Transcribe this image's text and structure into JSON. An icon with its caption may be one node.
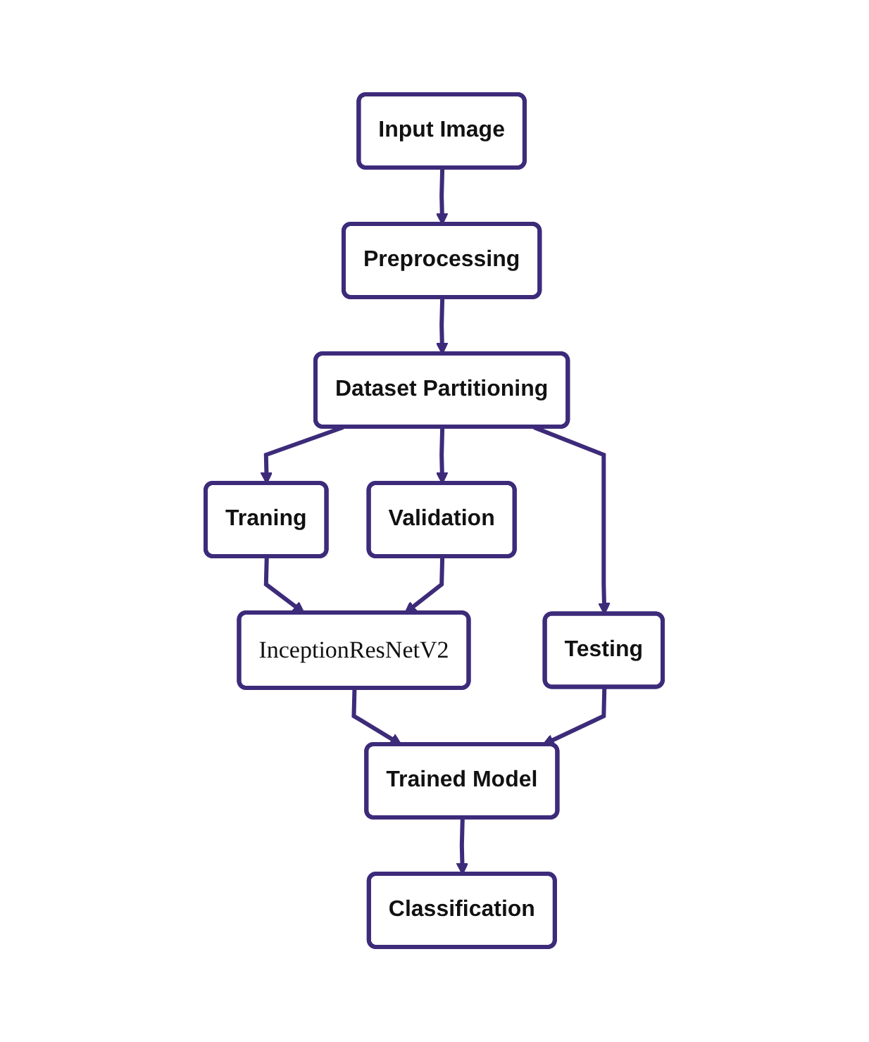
{
  "diagram": {
    "nodes": [
      {
        "text": [
          "Input Image"
        ]
      },
      {
        "text": [
          "Preprocessing"
        ]
      },
      {
        "text": [
          "Dataset Partitioning"
        ]
      },
      {
        "text": [
          "Traning"
        ]
      },
      {
        "text": [
          "Validation"
        ]
      },
      {
        "text": [
          "Testing"
        ]
      },
      {
        "text": [
          "InceptionResNetV2"
        ]
      },
      {
        "text": [
          "Trained Model"
        ]
      },
      {
        "text": [
          "Classification"
        ]
      }
    ],
    "edges": [
      {
        "from": 0,
        "to": 1,
        "arrow": "to"
      },
      {
        "from": 1,
        "to": 2,
        "arrow": "to"
      },
      {
        "from": 2,
        "to": 3,
        "arrow": "to"
      },
      {
        "from": 2,
        "to": 4,
        "arrow": "to"
      },
      {
        "from": 2,
        "to": 5,
        "arrow": "to"
      },
      {
        "from": 3,
        "to": 6,
        "arrow": "to"
      },
      {
        "from": 4,
        "to": 6,
        "arrow": "to"
      },
      {
        "from": 6,
        "to": 7,
        "arrow": "to"
      },
      {
        "from": 5,
        "to": 7,
        "arrow": "to"
      },
      {
        "from": 7,
        "to": 8,
        "arrow": "to"
      }
    ]
  }
}
